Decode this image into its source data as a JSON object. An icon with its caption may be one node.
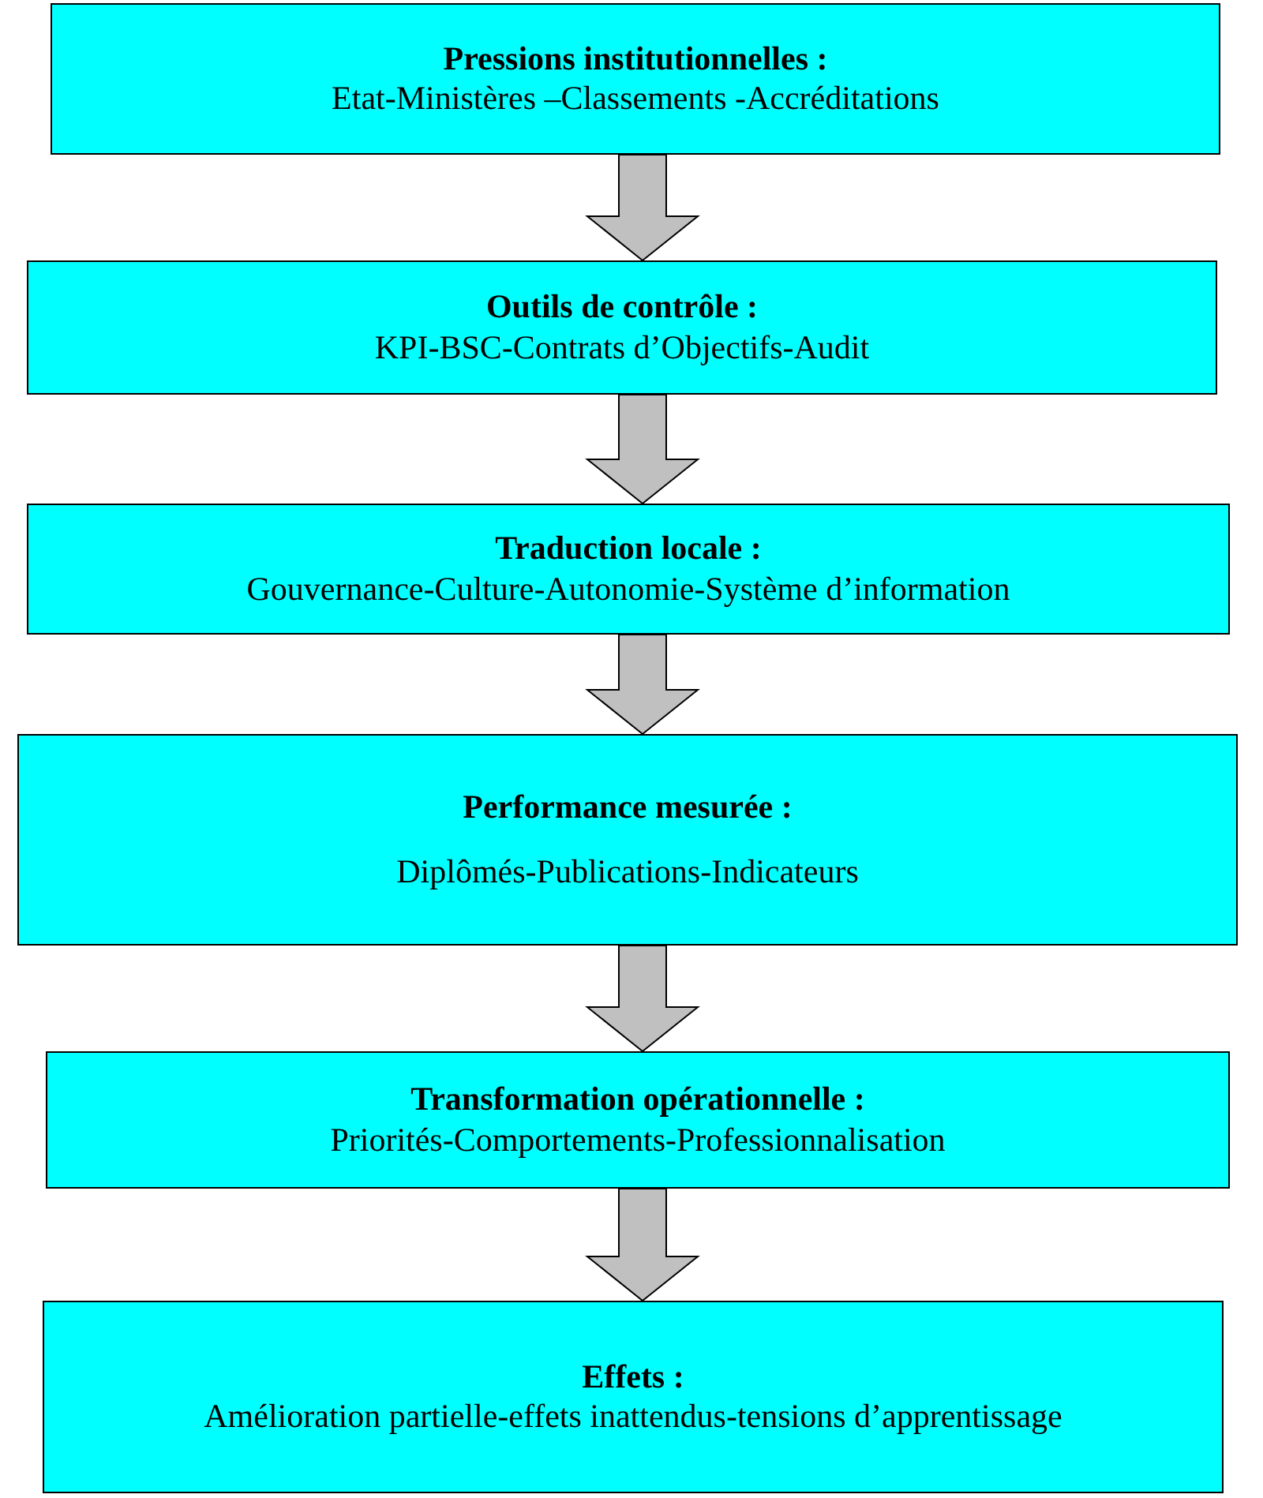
{
  "diagram": {
    "nodes": [
      {
        "text": [
          "Pressions institutionnelles :",
          "Etat-Ministères –Classements -Accréditations"
        ]
      },
      {
        "text": [
          "Outils de contrôle :",
          "KPI-BSC-Contrats d’Objectifs-Audit"
        ]
      },
      {
        "text": [
          "Traduction locale :",
          "Gouvernance-Culture-Autonomie-Système d’information"
        ]
      },
      {
        "text": [
          "Performance mesurée :",
          "Diplômés-Publications-Indicateurs"
        ]
      },
      {
        "text": [
          "Transformation opérationnelle :",
          "Priorités-Comportements-Professionnalisation"
        ]
      },
      {
        "text": [
          "Effets :",
          "Amélioration partielle-effets inattendus-tensions d’apprentissage"
        ]
      }
    ],
    "edges": [
      {
        "from": 0,
        "to": 1,
        "arrow": "to"
      },
      {
        "from": 1,
        "to": 2,
        "arrow": "to"
      },
      {
        "from": 2,
        "to": 3,
        "arrow": "to"
      },
      {
        "from": 3,
        "to": 4,
        "arrow": "to"
      },
      {
        "from": 4,
        "to": 5,
        "arrow": "to"
      }
    ]
  }
}
